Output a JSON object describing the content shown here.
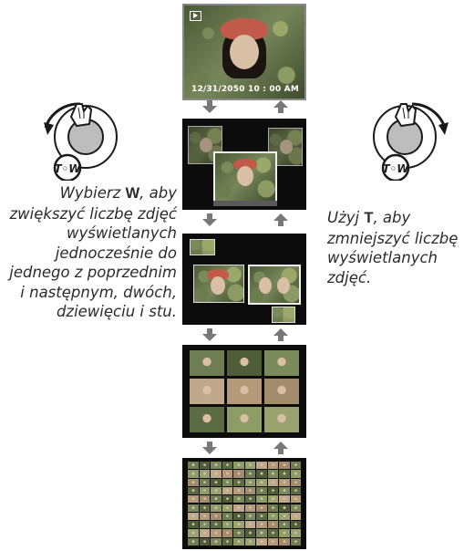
{
  "screens": {
    "single": {
      "date_time": "12/31/2050   10 : 00  AM",
      "icon": "playback-icon"
    }
  },
  "knobs": {
    "left": {
      "icon": "zoom-lever-w-icon",
      "symbol": "T◦W",
      "rotation": "counterclockwise"
    },
    "right": {
      "icon": "zoom-lever-t-icon",
      "symbol": "T◦W",
      "rotation": "clockwise"
    }
  },
  "captions": {
    "left": {
      "pre": "Wybierz ",
      "key": "W",
      "post": ", aby zwiększyć liczbę zdjęć wyświetlanych jednocześnie do jednego z poprzednim i następnym, dwóch, dziewięciu i stu."
    },
    "right": {
      "pre": "Użyj ",
      "key": "T",
      "post": ", aby zmniejszyć liczbę wyświetlanych zdjęć."
    }
  },
  "arrows": {
    "down_color": "#7a7a7a",
    "up_color": "#7a7a7a"
  }
}
